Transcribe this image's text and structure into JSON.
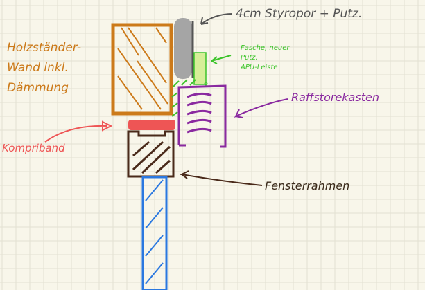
{
  "labels": {
    "styropor": "4cm Styropor + Putz.",
    "fasche": "Fasche, neuer\nPutz,\nAPU-Leiste",
    "raffstore": "Raffstorekasten",
    "fenster": "Fensterrahmen",
    "kompriband": "Kompriband",
    "wall": "Holzständer-\nWand inkl.\nDämmung"
  },
  "colors": {
    "paper": "#f8f6ea",
    "grid": "#e2e0d2",
    "wall": "#cc7a1a",
    "styropor": "#9a9a9a",
    "fasche": "#3cc42a",
    "raffstore": "#8a2aa0",
    "kompriband": "#ee5555",
    "frame": "#4a2a1a",
    "glass": "#2a78e0",
    "note": "#555555"
  }
}
